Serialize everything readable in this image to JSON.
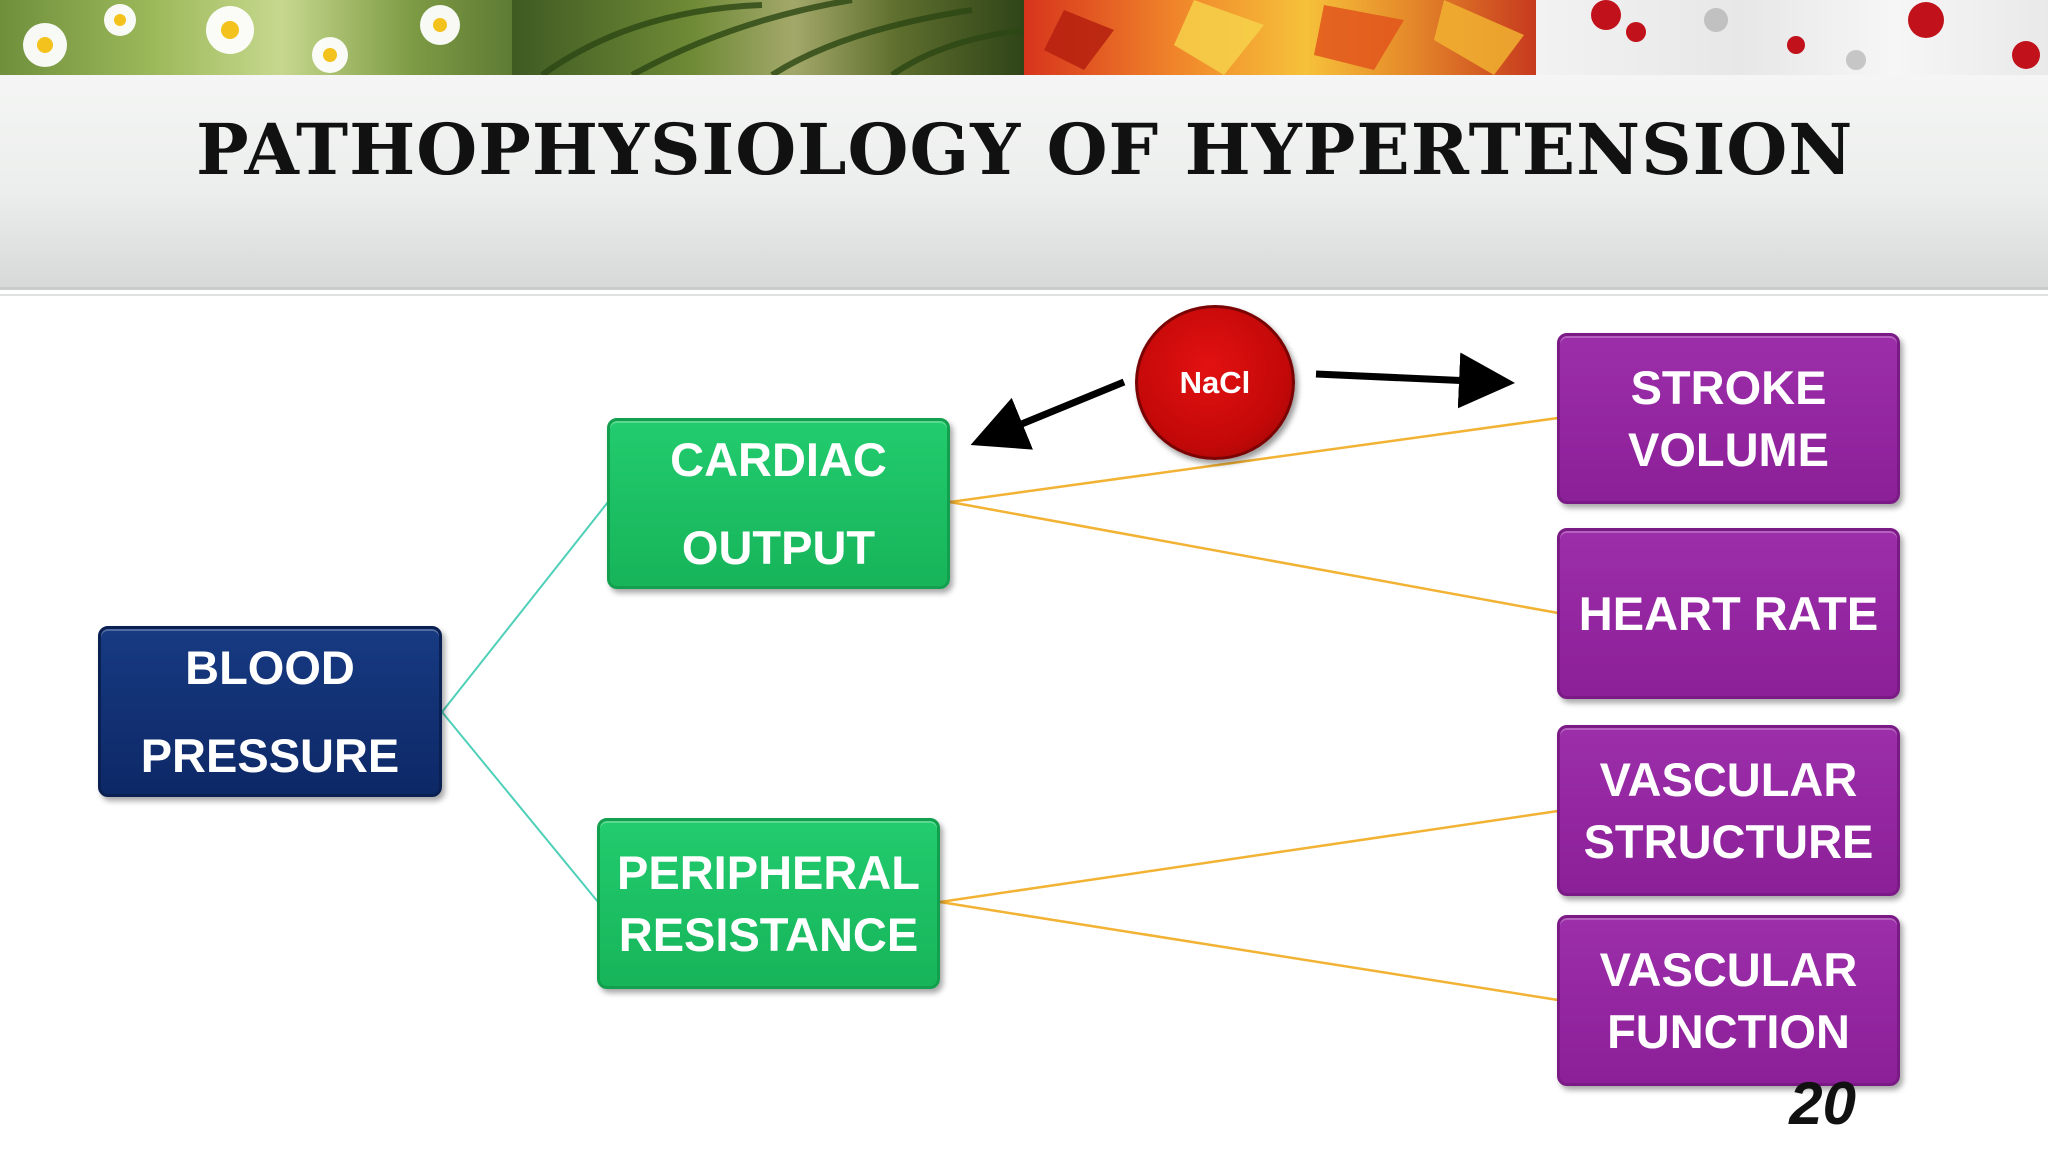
{
  "title": "PATHOPHYSIOLOGY OF HYPERTENSION",
  "nodes": {
    "blood_pressure": [
      "BLOOD",
      "PRESSURE"
    ],
    "cardiac_output": [
      "CARDIAC",
      "OUTPUT"
    ],
    "peripheral_resistance": [
      "PERIPHERAL",
      "RESISTANCE"
    ],
    "stroke_volume": [
      "STROKE",
      "VOLUME"
    ],
    "heart_rate": [
      "HEART RATE"
    ],
    "vascular_structure": [
      "VASCULAR",
      "STRUCTURE"
    ],
    "vascular_function": [
      "VASCULAR",
      "FUNCTION"
    ],
    "nacl": "NaCl"
  },
  "edges": [
    {
      "from": "blood_pressure",
      "to": "cardiac_output",
      "color": "#4fd0b8"
    },
    {
      "from": "blood_pressure",
      "to": "peripheral_resistance",
      "color": "#4fd0b8"
    },
    {
      "from": "cardiac_output",
      "to": "stroke_volume",
      "color": "#f2b233"
    },
    {
      "from": "cardiac_output",
      "to": "heart_rate",
      "color": "#f2b233"
    },
    {
      "from": "peripheral_resistance",
      "to": "vascular_structure",
      "color": "#f2b233"
    },
    {
      "from": "peripheral_resistance",
      "to": "vascular_function",
      "color": "#f2b233"
    },
    {
      "from": "nacl",
      "to": "cardiac_output",
      "color": "#000000",
      "style": "arrow"
    },
    {
      "from": "nacl",
      "to": "stroke_volume",
      "color": "#000000",
      "style": "arrow"
    }
  ],
  "colors": {
    "blood_pressure": "#0f2c6e",
    "green_nodes": "#1dbf62",
    "purple_nodes": "#922299",
    "nacl": "#cc0a0a"
  },
  "page_number": "20",
  "banner": {
    "panels": [
      "daisies",
      "palm-leaves",
      "autumn-leaves",
      "winter-berries"
    ]
  }
}
